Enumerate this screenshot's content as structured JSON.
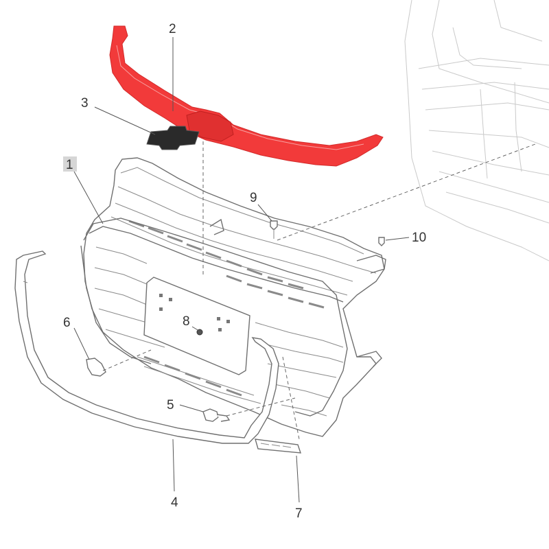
{
  "colors": {
    "highlight": "#f23a3a",
    "line": "#6f6f6f",
    "ghost": "#c9c9c9",
    "text": "#333333"
  },
  "callouts": {
    "c1": "1",
    "c2": "2",
    "c3": "3",
    "c4": "4",
    "c5": "5",
    "c6": "6",
    "c7": "7",
    "c8": "8",
    "c9": "9",
    "c10": "10"
  }
}
